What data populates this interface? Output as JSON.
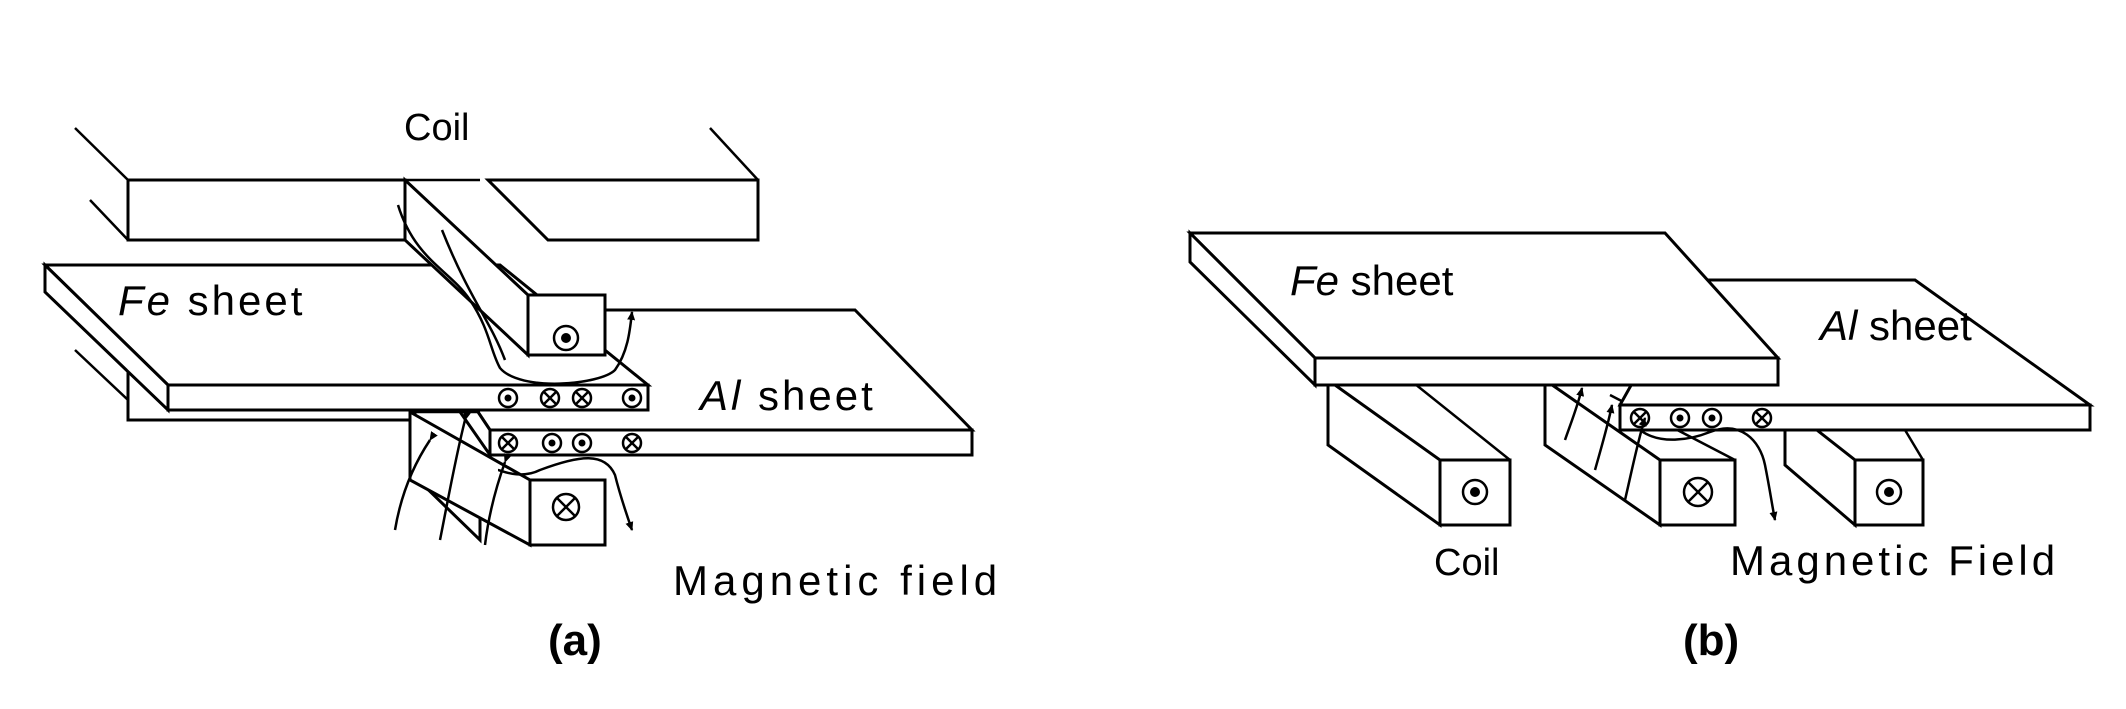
{
  "panel_a": {
    "coil_label": "Coil",
    "fe_label_italic": "Fe",
    "fe_label_rest": " sheet",
    "al_label_italic": "Al",
    "al_label_rest": " sheet",
    "field_label": "Magnetic field",
    "caption": "(a)"
  },
  "panel_b": {
    "coil_label": "Coil",
    "fe_label_italic": "Fe",
    "fe_label_rest": " sheet",
    "al_label_italic": "Al",
    "al_label_rest": " sheet",
    "field_label": "Magnetic Field",
    "caption": "(b)"
  }
}
